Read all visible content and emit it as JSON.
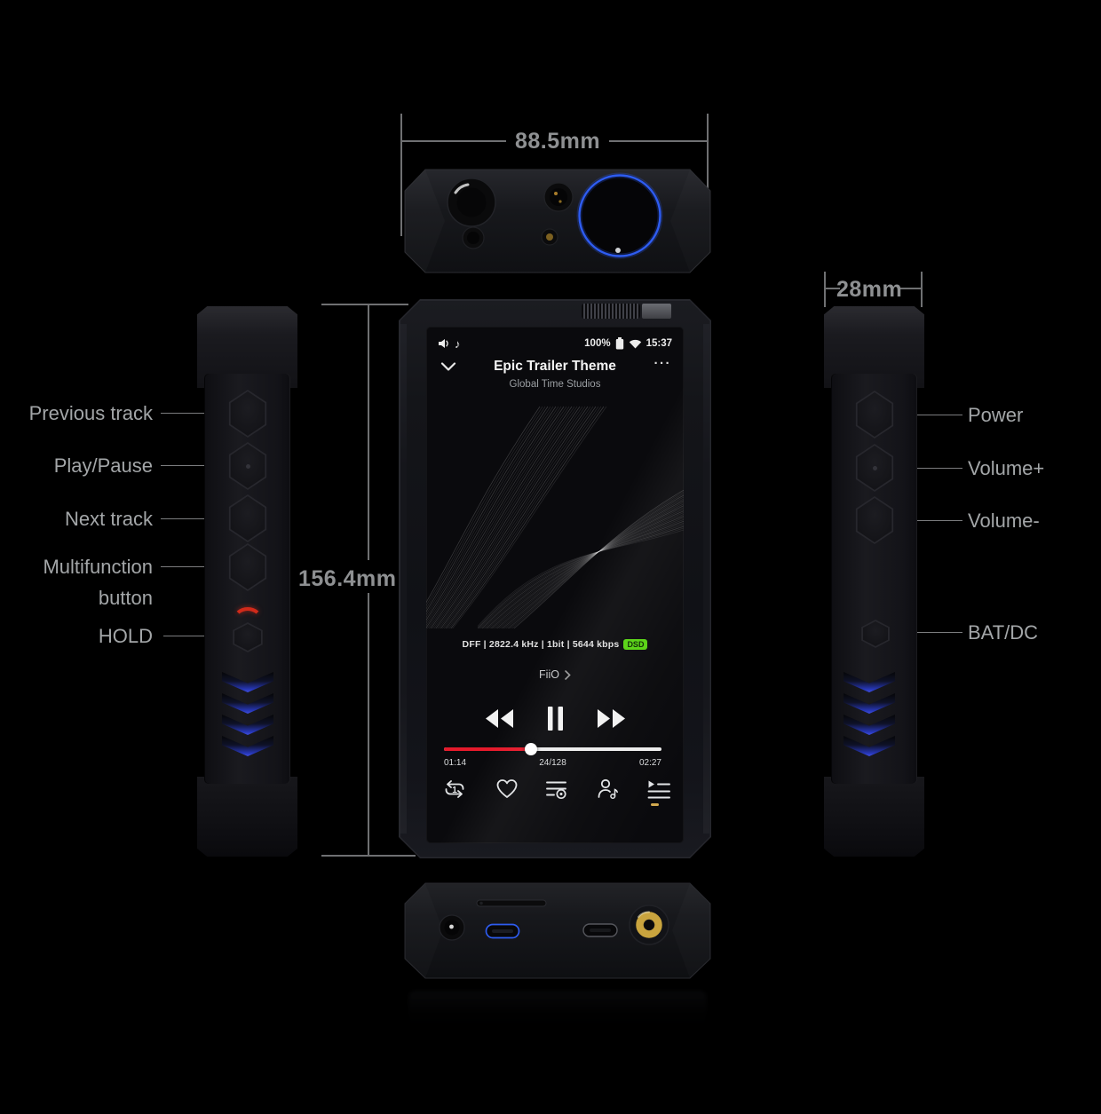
{
  "colors": {
    "accent_blue": "#2e5cf0",
    "vent_blue": "#3346d6",
    "hold_red": "#d02a1a",
    "dsd_green": "#57d312",
    "progress_red": "#e51a2b",
    "label_gray": "#a3a6a8",
    "dim_gray": "#8e9092"
  },
  "annotations": {
    "width": "88.5mm",
    "depth": "28mm",
    "height": "156.4mm"
  },
  "left_panel_labels": {
    "previous_track": "Previous track",
    "play_pause": "Play/Pause",
    "next_track": "Next track",
    "multifunction_line1": "Multifunction",
    "multifunction_line2": "button",
    "hold": "HOLD"
  },
  "right_panel_labels": {
    "power": "Power",
    "volume_up": "Volume+",
    "volume_down": "Volume-",
    "bat_dc": "BAT/DC"
  },
  "player": {
    "status_bar": {
      "battery_percent": "100%",
      "clock": "15:37"
    },
    "now_playing": {
      "title": "Epic Trailer Theme",
      "artist": "Global Time Studios",
      "codec_info": "DFF | 2822.4 kHz | 1bit | 5644 kbps",
      "codec_badge": "DSD",
      "source": "FiiO",
      "menu_dots": "···"
    },
    "progress": {
      "elapsed": "01:14",
      "track_position": "24/128",
      "total": "02:27",
      "percent": 40
    },
    "repeat_one_label": "1"
  }
}
